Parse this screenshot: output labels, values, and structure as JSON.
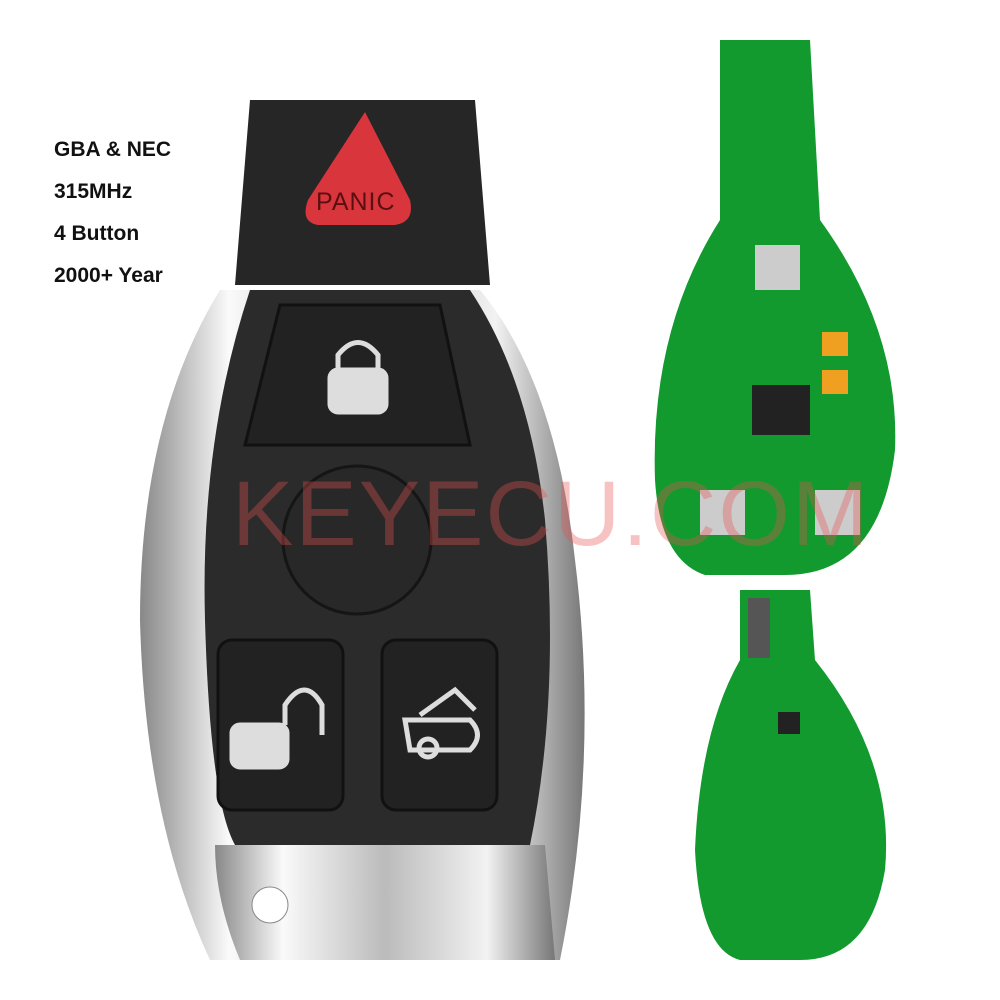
{
  "specs": [
    "GBA & NEC",
    "315MHz",
    "4 Button",
    "2000+ Year"
  ],
  "key_fob": {
    "panic_label": "PANIC",
    "buttons": [
      "panic",
      "lock-icon",
      "unlock-icon",
      "trunk-icon"
    ],
    "colors": {
      "body": "#2b2b2b",
      "panic": "#d9353c",
      "chrome": "#d8d8d8"
    }
  },
  "watermark": "KEYECU.COM",
  "pcb": {
    "color": "#129a2e"
  }
}
